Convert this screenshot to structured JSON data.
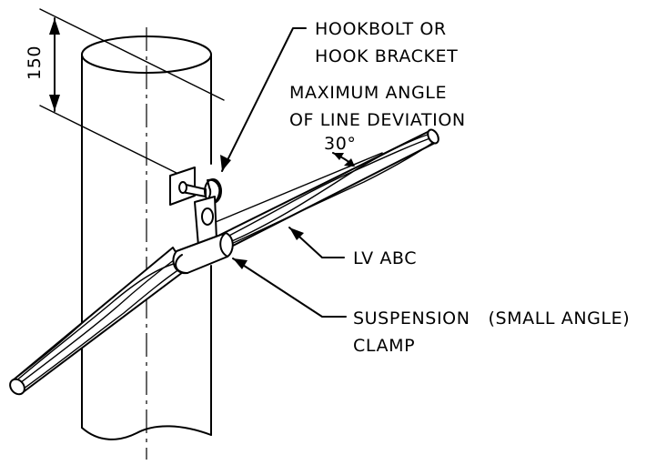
{
  "labels": {
    "hookbolt_line1": "HOOKBOLT OR",
    "hookbolt_line2": "HOOK BRACKET",
    "angle_line1": "MAXIMUM ANGLE",
    "angle_line2": "OF LINE DEVIATION",
    "angle_value": "30°",
    "cable": "LV ABC",
    "clamp_line1": "SUSPENSION   (SMALL ANGLE)",
    "clamp_line2": "CLAMP",
    "dimension": "150"
  },
  "colors": {
    "ink": "#000000",
    "paper": "#ffffff"
  }
}
